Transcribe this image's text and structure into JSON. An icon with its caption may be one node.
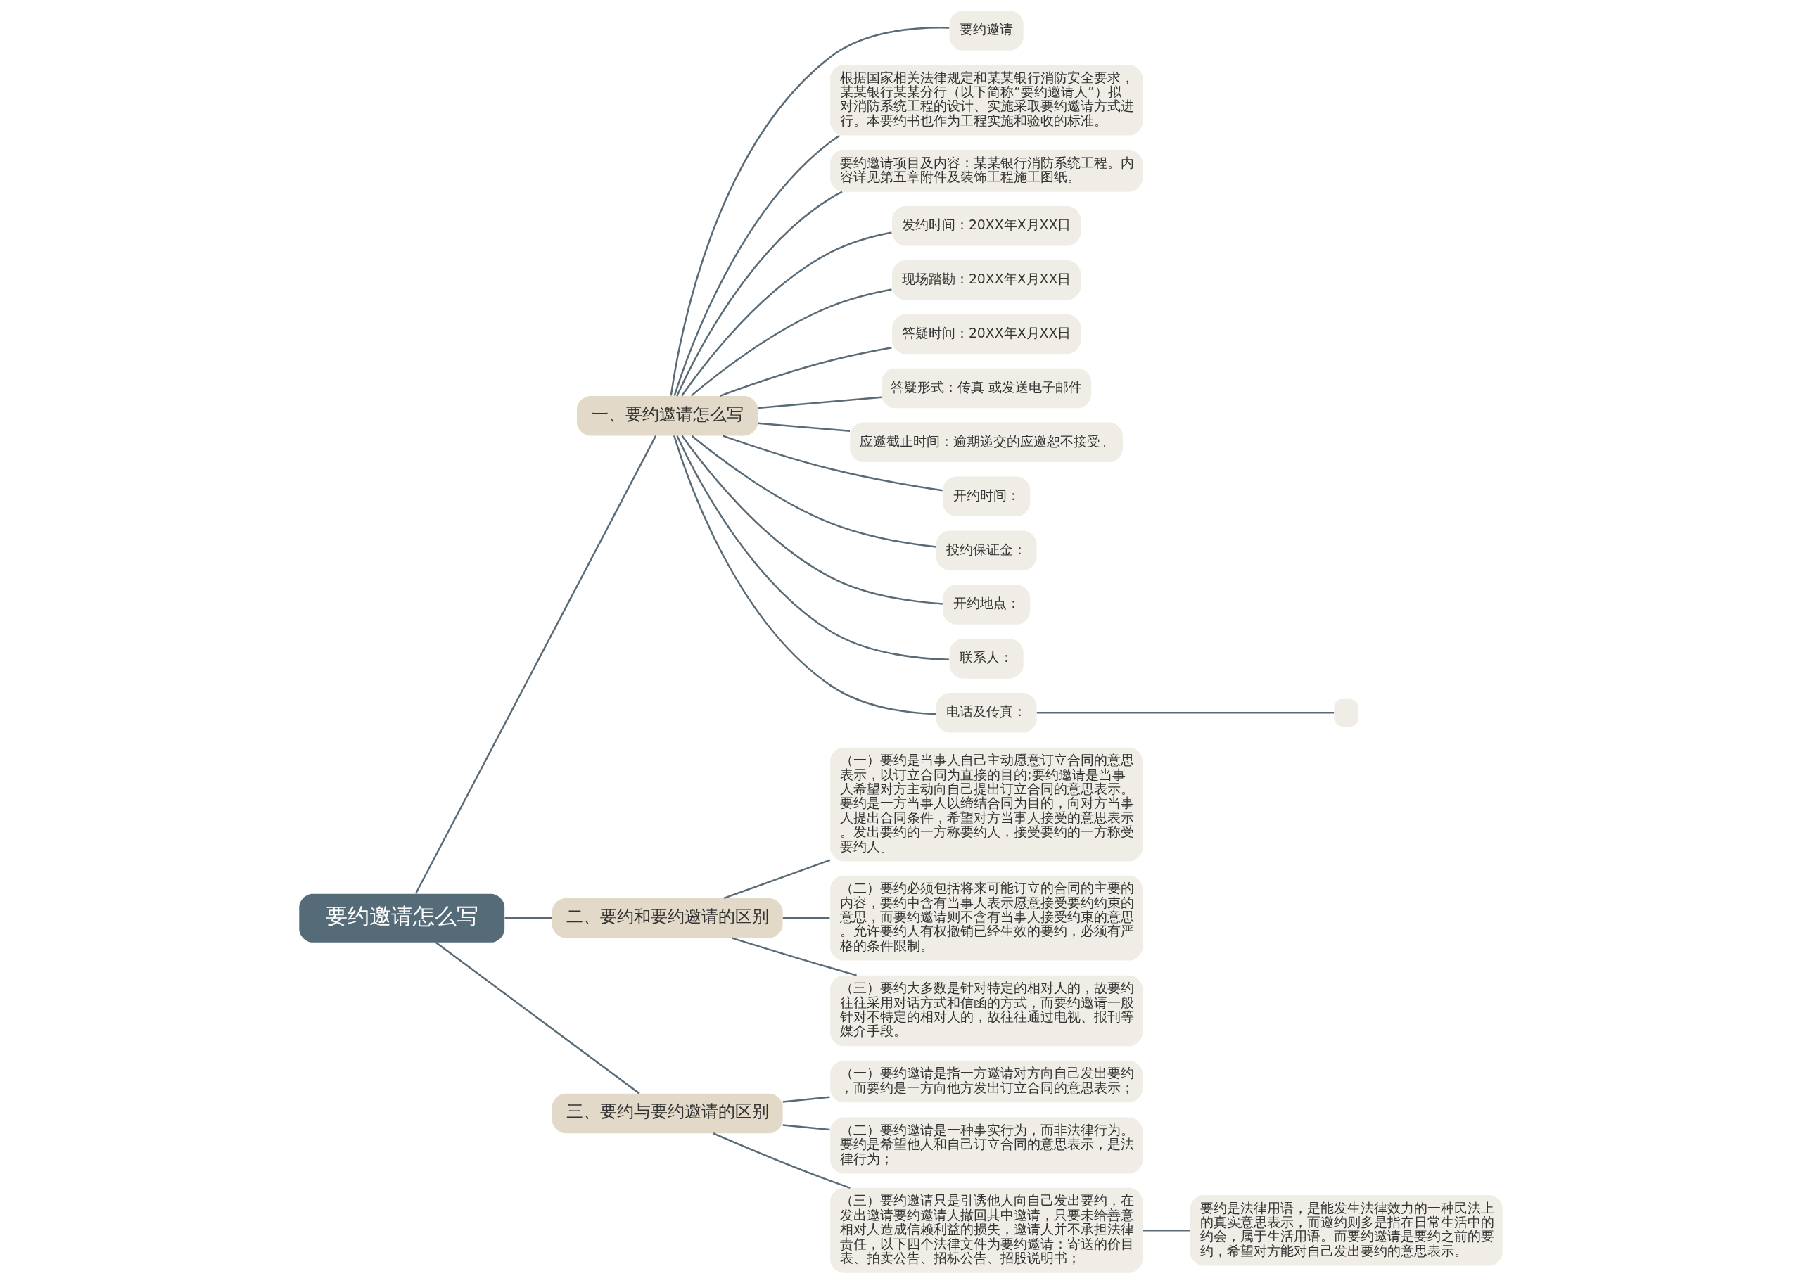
{
  "diagram": {
    "nodes": [
      {
        "text": [
          "要约邀请怎么写"
        ]
      },
      {
        "text": [
          "一、要约邀请怎么写"
        ]
      },
      {
        "text": [
          "要约邀请"
        ]
      },
      {
        "text": [
          "根据国家相关法律规定和某某银行消防安全要求，某某银行某某分行（以下简称“要约邀请人”）拟对消防系统工程的设计、实施采取要约邀请方式进行。本要约书也作为工程实施和验收的标准。"
        ]
      },
      {
        "text": [
          "要约邀请项目及内容：某某银行消防系统工程。内容详见第五章附件及装饰工程施工图纸。"
        ]
      },
      {
        "text": [
          "发约时间：20XX年X月XX日"
        ]
      },
      {
        "text": [
          "现场踏勘：20XX年X月XX日"
        ]
      },
      {
        "text": [
          "答疑时间：20XX年X月XX日"
        ]
      },
      {
        "text": [
          "答疑形式：传真 或发送电子邮件"
        ]
      },
      {
        "text": [
          "应邀截止时间：逾期递交的应邀恕不接受。"
        ]
      },
      {
        "text": [
          "开约时间："
        ]
      },
      {
        "text": [
          "投约保证金："
        ]
      },
      {
        "text": [
          "开约地点："
        ]
      },
      {
        "text": [
          "联系人："
        ]
      },
      {
        "text": [
          "电话及传真："
        ]
      },
      {
        "text": [],
        "shape": "box"
      },
      {
        "text": [
          "二、要约和要约邀请的区别"
        ]
      },
      {
        "text": [
          "（一）要约是当事人自己主动愿意订立合同的意思表示，以订立合同为直接的目的;要约邀请是当事人希望对方主动向自己提出订立合同的意思表示。要约是一方当事人以缔结合同为目的，向对方当事人提出合同条件，希望对方当事人接受的意思表示。发出要约的一方称要约人，接受要约的一方称受要约人。"
        ]
      },
      {
        "text": [
          "（二）要约必须包括将来可能订立的合同的主要的内容，要约中含有当事人表示愿意接受要约约束的意思，而要约邀请则不含有当事人接受约束的意思。允许要约人有权撤销已经生效的要约，必须有严格的条件限制。"
        ]
      },
      {
        "text": [
          "（三）要约大多数是针对特定的相对人的，故要约往往采用对话方式和信函的方式，而要约邀请一般针对不特定的相对人的，故往往通过电视、报刊等媒介手段。"
        ]
      },
      {
        "text": [
          "三、要约与要约邀请的区别"
        ]
      },
      {
        "text": [
          "（一）要约邀请是指一方邀请对方向自己发出要约，而要约是一方向他方发出订立合同的意思表示；"
        ]
      },
      {
        "text": [
          "（二）要约邀请是一种事实行为，而非法律行为。要约是希望他人和自己订立合同的意思表示，是法律行为；"
        ]
      },
      {
        "text": [
          "（三）要约邀请只是引诱他人向自己发出要约，在发出邀请要约邀请人撤回其中邀请，只要未给善意相对人造成信赖利益的损失，邀请人并不承担法律责任，以下四个法律文件为要约邀请：寄送的价目表、拍卖公告、招标公告、招股说明书；"
        ]
      },
      {
        "text": [
          "要约是法律用语，是能发生法律效力的一种民法上的真实意思表示，而邀约则多是指在日常生活中的约会，属于生活用语。而要约邀请是要约之前的要约，希望对方能对自己发出要约的意思表示。"
        ]
      }
    ],
    "edges": [
      {
        "from": 0,
        "to": 1,
        "arrow": "none"
      },
      {
        "from": 1,
        "to": 2,
        "arrow": "none"
      },
      {
        "from": 1,
        "to": 3,
        "arrow": "none"
      },
      {
        "from": 1,
        "to": 4,
        "arrow": "none"
      },
      {
        "from": 1,
        "to": 5,
        "arrow": "none"
      },
      {
        "from": 1,
        "to": 6,
        "arrow": "none"
      },
      {
        "from": 1,
        "to": 7,
        "arrow": "none"
      },
      {
        "from": 1,
        "to": 8,
        "arrow": "none"
      },
      {
        "from": 1,
        "to": 9,
        "arrow": "none"
      },
      {
        "from": 1,
        "to": 10,
        "arrow": "none"
      },
      {
        "from": 1,
        "to": 11,
        "arrow": "none"
      },
      {
        "from": 1,
        "to": 12,
        "arrow": "none"
      },
      {
        "from": 1,
        "to": 13,
        "arrow": "none"
      },
      {
        "from": 1,
        "to": 14,
        "arrow": "none"
      },
      {
        "from": 14,
        "to": 15,
        "arrow": "none"
      },
      {
        "from": 0,
        "to": 16,
        "arrow": "none"
      },
      {
        "from": 16,
        "to": 17,
        "arrow": "none"
      },
      {
        "from": 16,
        "to": 18,
        "arrow": "none"
      },
      {
        "from": 16,
        "to": 19,
        "arrow": "none"
      },
      {
        "from": 0,
        "to": 20,
        "arrow": "none"
      },
      {
        "from": 20,
        "to": 21,
        "arrow": "none"
      },
      {
        "from": 20,
        "to": 22,
        "arrow": "none"
      },
      {
        "from": 20,
        "to": 23,
        "arrow": "none"
      },
      {
        "from": 23,
        "to": 24,
        "arrow": "none"
      }
    ]
  }
}
